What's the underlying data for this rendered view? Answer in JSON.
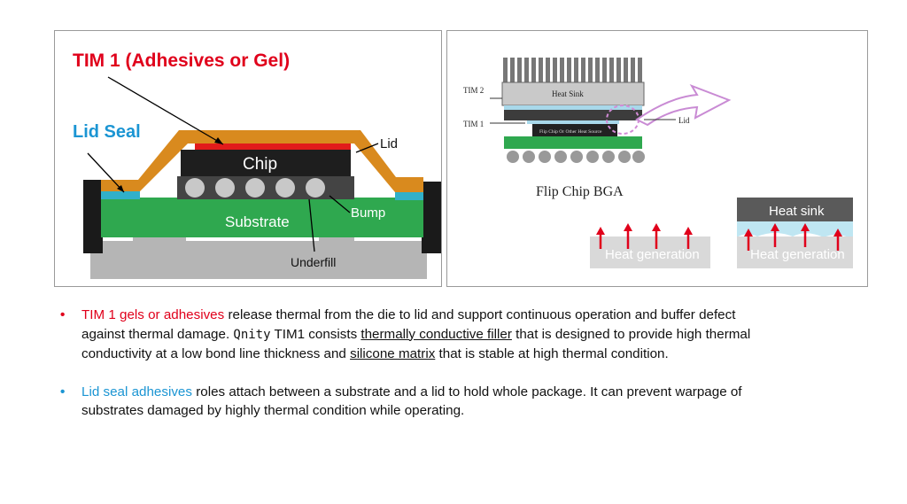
{
  "colors": {
    "red_accent": "#e0001b",
    "blue_accent": "#1b95d3",
    "lid": "#d98a1e",
    "substrate": "#2fa84f",
    "chip": "#1e1e1e",
    "tim": "#e21b1b",
    "seal": "#31b0c9"
  },
  "left_diagram": {
    "tim1_label": "TIM 1 (Adhesives or Gel)",
    "lid_seal_label": "Lid Seal",
    "lid_label": "Lid",
    "chip_label": "Chip",
    "substrate_label": "Substrate",
    "bump_label": "Bump",
    "underfill_label": "Underfill"
  },
  "right_diagram": {
    "tim2_label": "TIM 2",
    "heat_sink_top_label": "Heat Sink",
    "tim1_label": "TIM 1",
    "lid_label": "Lid",
    "chip_label": "Flip Chip Or Other Heat Source",
    "caption": "Flip Chip BGA",
    "heat_generation_left": "Heat generation",
    "heat_sink_label": "Heat sink",
    "heat_generation_right": "Heat generation"
  },
  "bullets": [
    {
      "icon": "bullet-dot",
      "highlight": "TIM 1 gels or adhesives",
      "text_a": " release thermal from the die to lid and support continuous operation and buffer defect against thermal damage.  ",
      "brand": "Qnity",
      "text_b": " TIM1 consists ",
      "term1": "thermally conductive filler",
      "text_c": " that is designed to provide high thermal conductivity at a low bond line thickness and ",
      "term2": "silicone matrix",
      "text_d": " that is stable at high thermal condition."
    },
    {
      "icon": "bullet-dot",
      "highlight": "Lid seal adhesives",
      "text_a": " roles attach between a substrate and a lid to hold whole package. It can prevent  warpage of substrates damaged by highly thermal condition while operating."
    }
  ]
}
